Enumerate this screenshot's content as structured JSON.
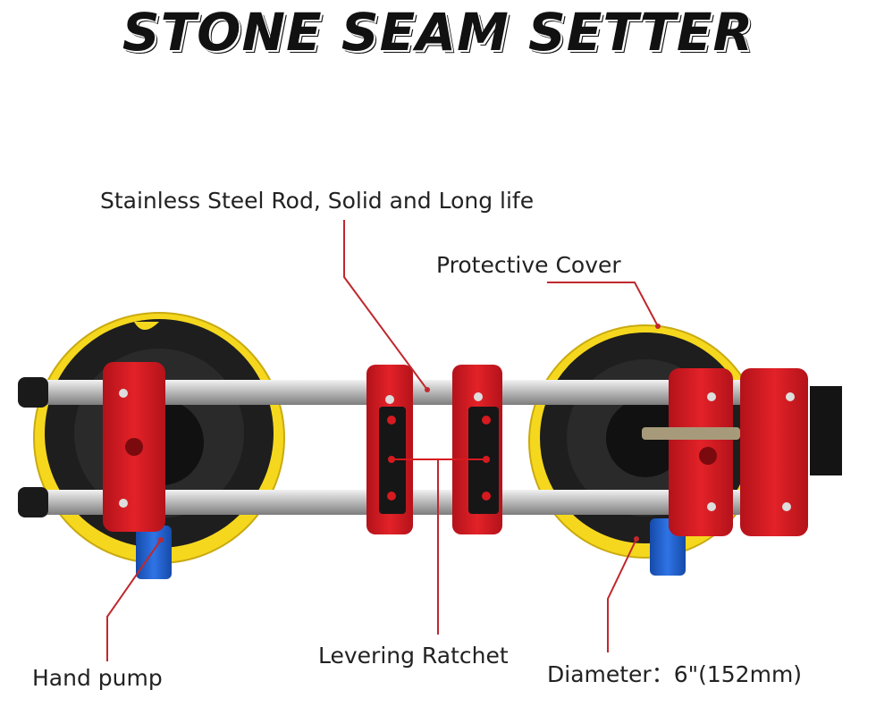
{
  "title": "STONE SEAM SETTER",
  "labels": {
    "rod": "Stainless Steel Rod, Solid and Long life",
    "cover": "Protective Cover",
    "ratchet": "Levering Ratchet",
    "pump": "Hand pump",
    "diameter": "Diameter：6\"(152mm)"
  },
  "colors": {
    "red": "#d61a1f",
    "yellow": "#f5d81e",
    "black": "#1a1a1a",
    "steel": "#c8c8c8",
    "blue": "#1f5fd0",
    "leader": "#c0282d"
  }
}
